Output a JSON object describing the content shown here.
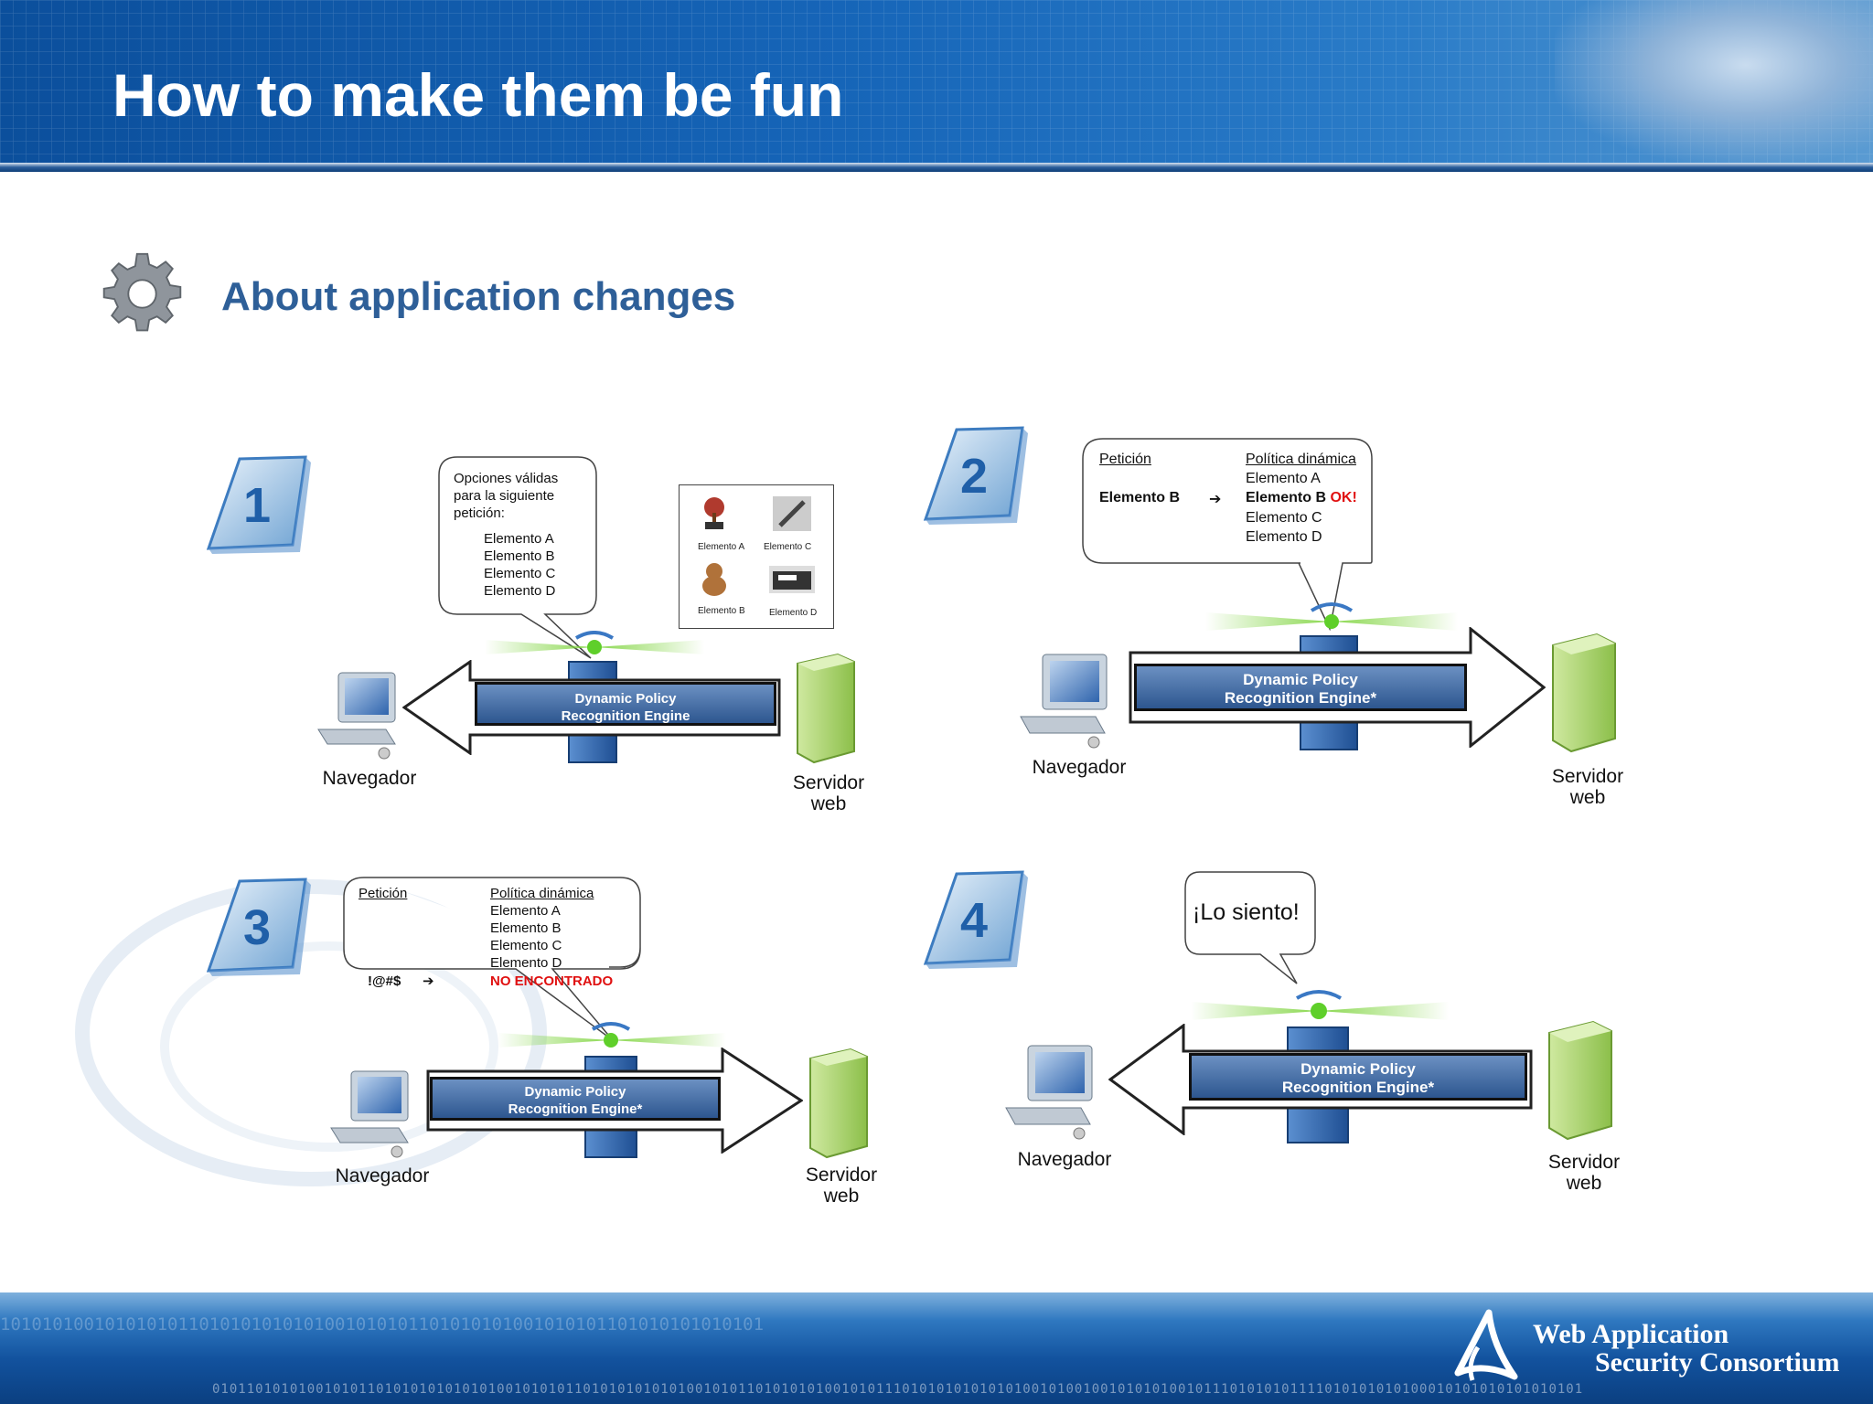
{
  "title": "How to make them be fun",
  "subtitle": "About application changes",
  "footer": {
    "brand_line1": "Web Application",
    "brand_line2": "Security Consortium",
    "binary_top": "1010101001010101011010101010101001010101101010101001010101101010101010101",
    "binary_bottom": "010110101010010101101010101010101001010101101010101010100101011010101010010101110101010101010100101001001010101001011101010101111010101010100010101010101010101"
  },
  "icons": [
    "gear-icon",
    "page-number-icon",
    "computer-icon",
    "server-icon",
    "engine-tower-icon"
  ],
  "colors": {
    "header_blue": "#0b4f9c",
    "subtitle_blue": "#2e5f98",
    "engine_box": "#3a66a0",
    "server_green": "#a9d46a",
    "error_red": "#e01010"
  },
  "steps": [
    {
      "number": "1",
      "browser_label": "Navegador",
      "server_label_line1": "Servidor",
      "server_label_line2": "web",
      "engine_line1": "Dynamic Policy",
      "engine_line2": "Recognition Engine",
      "bubble": {
        "intro_line1": "Opciones válidas",
        "intro_line2": "para la siguiente",
        "intro_line3": "petición:",
        "items": [
          "Elemento A",
          "Elemento B",
          "Elemento C",
          "Elemento D"
        ]
      },
      "catalog": [
        "Elemento A",
        "Elemento C",
        "Elemento B",
        "Elemento D"
      ]
    },
    {
      "number": "2",
      "browser_label": "Navegador",
      "server_label_line1": "Servidor",
      "server_label_line2": "web",
      "engine_line1": "Dynamic Policy",
      "engine_line2": "Recognition Engine*",
      "bubble": {
        "col1_header": "Petición",
        "col2_header": "Política dinámica",
        "request": "Elemento B",
        "arrow": "➔",
        "items": [
          "Elemento A",
          "Elemento B",
          "Elemento C",
          "Elemento D"
        ],
        "match_status": "OK!"
      }
    },
    {
      "number": "3",
      "browser_label": "Navegador",
      "server_label_line1": "Servidor",
      "server_label_line2": "web",
      "engine_line1": "Dynamic Policy",
      "engine_line2": "Recognition Engine*",
      "bubble": {
        "col1_header": "Petición",
        "col2_header": "Política dinámica",
        "items": [
          "Elemento A",
          "Elemento B",
          "Elemento C",
          "Elemento D"
        ],
        "request": "!@#$",
        "arrow": "➔",
        "result": "NO ENCONTRADO"
      }
    },
    {
      "number": "4",
      "browser_label": "Navegador",
      "server_label_line1": "Servidor",
      "server_label_line2": "web",
      "engine_line1": "Dynamic Policy",
      "engine_line2": "Recognition Engine*",
      "bubble": {
        "message": "¡Lo siento!"
      }
    }
  ]
}
